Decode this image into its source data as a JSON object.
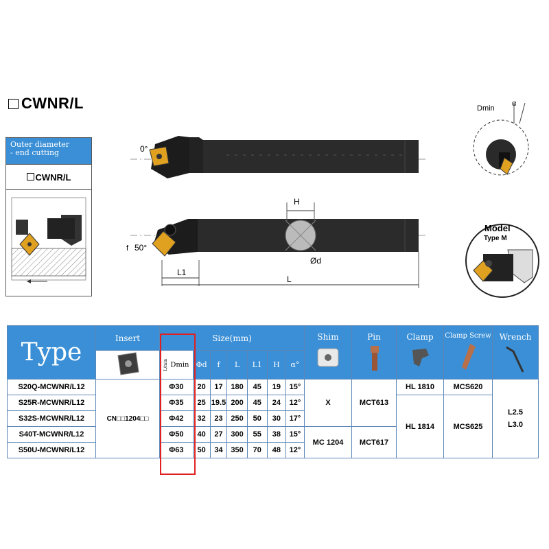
{
  "title": "CWNR/L",
  "side_panel": {
    "heading_line1": "Outer diameter",
    "heading_line2": "- end cutting",
    "code": "CWNR/L"
  },
  "drawing": {
    "angle_zero": "0°",
    "angle_fifty": "50°",
    "label_f": "f",
    "label_L1": "L1",
    "label_L": "L",
    "label_H": "H",
    "label_d": "Ød",
    "detail_dmin": "Dmin",
    "detail_alpha": "α",
    "model_label": "Model",
    "model_type": "Type M"
  },
  "table": {
    "headers": {
      "type": "Type",
      "insert": "Insert",
      "size": "Size(mm)",
      "shim": "Shim",
      "pin": "Pin",
      "clamp": "Clamp",
      "clamp_screw": "Clamp Screw",
      "wrench": "Wrench"
    },
    "size_cols": [
      "Dmin",
      "Φd",
      "f",
      "L",
      "L1",
      "H",
      "α°"
    ],
    "dmin_side_label": "L/min",
    "insert_code": "CN□□1204□□",
    "rows": [
      {
        "type": "S20Q-MCWNR/L12",
        "dmin": "Φ30",
        "d": "20",
        "f": "17",
        "L": "180",
        "L1": "45",
        "H": "19",
        "a": "15°"
      },
      {
        "type": "S25R-MCWNR/L12",
        "dmin": "Φ35",
        "d": "25",
        "f": "19.5",
        "L": "200",
        "L1": "45",
        "H": "24",
        "a": "12°"
      },
      {
        "type": "S32S-MCWNR/L12",
        "dmin": "Φ42",
        "d": "32",
        "f": "23",
        "L": "250",
        "L1": "50",
        "H": "30",
        "a": "17°"
      },
      {
        "type": "S40T-MCWNR/L12",
        "dmin": "Φ50",
        "d": "40",
        "f": "27",
        "L": "300",
        "L1": "55",
        "H": "38",
        "a": "15°"
      },
      {
        "type": "S50U-MCWNR/L12",
        "dmin": "Φ63",
        "d": "50",
        "f": "34",
        "L": "350",
        "L1": "70",
        "H": "48",
        "a": "12°"
      }
    ],
    "shim_a": "X",
    "shim_b": "MC 1204",
    "pin_a": "MCT613",
    "pin_b": "MCT617",
    "clamp_a": "HL 1810",
    "clamp_b": "HL 1814",
    "screw_a": "MCS620",
    "screw_b": "MCS625",
    "wrench_a": "L2.5",
    "wrench_b": "L3.0"
  },
  "colors": {
    "header_blue": "#3a8fd6",
    "highlight_red": "#e02020",
    "tool_dark": "#2b2b2b",
    "insert_gold": "#e0a020"
  }
}
